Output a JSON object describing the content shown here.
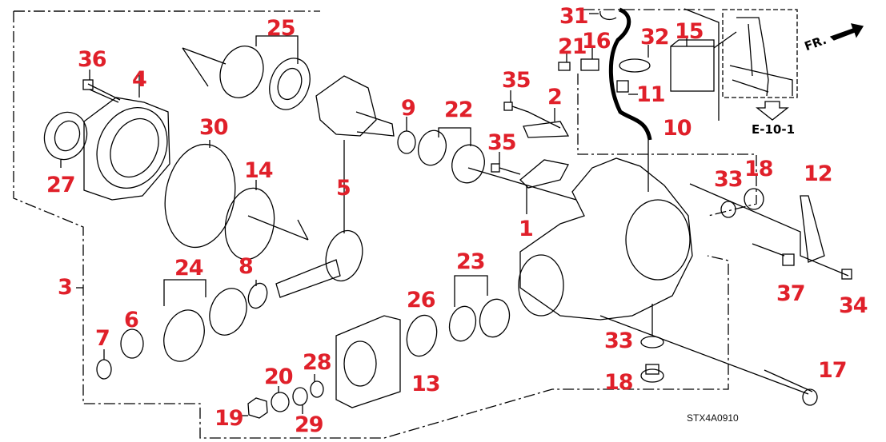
{
  "diagram": {
    "diagram_code": "STX4A0910",
    "reference_label": "E-10-1",
    "front_indicator": "FR.",
    "colors": {
      "callout": "#e0202a",
      "linework": "#000000"
    },
    "callouts": [
      {
        "id": "c1",
        "label": "1"
      },
      {
        "id": "c2",
        "label": "2"
      },
      {
        "id": "c3",
        "label": "3"
      },
      {
        "id": "c4",
        "label": "4"
      },
      {
        "id": "c5",
        "label": "5"
      },
      {
        "id": "c6",
        "label": "6"
      },
      {
        "id": "c7",
        "label": "7"
      },
      {
        "id": "c8",
        "label": "8"
      },
      {
        "id": "c9",
        "label": "9"
      },
      {
        "id": "c10",
        "label": "10"
      },
      {
        "id": "c11",
        "label": "11"
      },
      {
        "id": "c12",
        "label": "12"
      },
      {
        "id": "c13",
        "label": "13"
      },
      {
        "id": "c14",
        "label": "14"
      },
      {
        "id": "c15",
        "label": "15"
      },
      {
        "id": "c16",
        "label": "16"
      },
      {
        "id": "c17",
        "label": "17"
      },
      {
        "id": "c18a",
        "label": "18"
      },
      {
        "id": "c18b",
        "label": "18"
      },
      {
        "id": "c19",
        "label": "19"
      },
      {
        "id": "c20",
        "label": "20"
      },
      {
        "id": "c21",
        "label": "21"
      },
      {
        "id": "c22",
        "label": "22"
      },
      {
        "id": "c23",
        "label": "23"
      },
      {
        "id": "c24",
        "label": "24"
      },
      {
        "id": "c25",
        "label": "25"
      },
      {
        "id": "c26",
        "label": "26"
      },
      {
        "id": "c27",
        "label": "27"
      },
      {
        "id": "c28",
        "label": "28"
      },
      {
        "id": "c29",
        "label": "29"
      },
      {
        "id": "c30",
        "label": "30"
      },
      {
        "id": "c31",
        "label": "31"
      },
      {
        "id": "c32",
        "label": "32"
      },
      {
        "id": "c33a",
        "label": "33"
      },
      {
        "id": "c33b",
        "label": "33"
      },
      {
        "id": "c34",
        "label": "34"
      },
      {
        "id": "c35a",
        "label": "35"
      },
      {
        "id": "c35b",
        "label": "35"
      },
      {
        "id": "c36",
        "label": "36"
      },
      {
        "id": "c37",
        "label": "37"
      }
    ]
  }
}
